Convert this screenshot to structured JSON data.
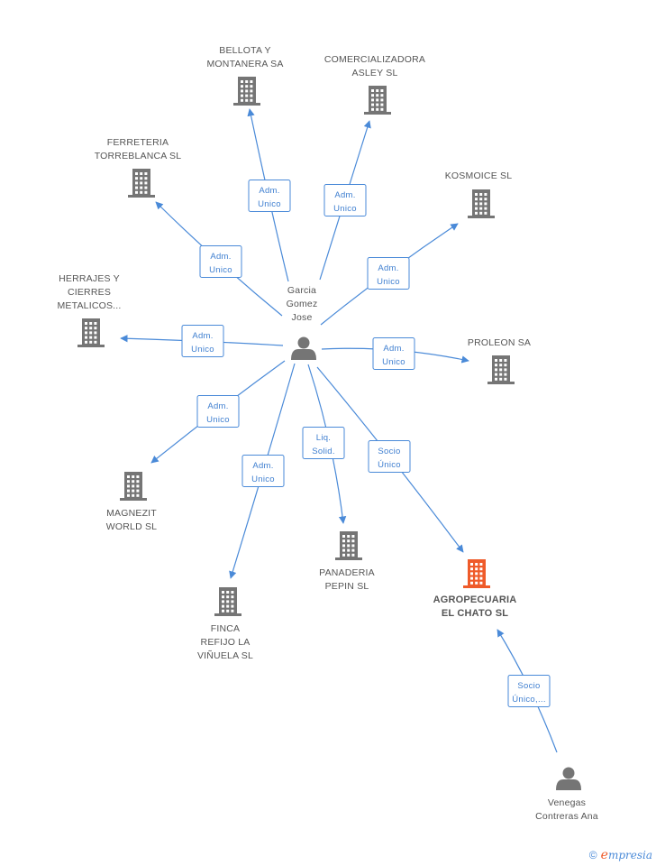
{
  "people": {
    "garcia": {
      "lines": [
        "Garcia",
        "Gomez",
        "Jose"
      ]
    },
    "venegas": {
      "lines": [
        "Venegas",
        "Contreras Ana"
      ]
    }
  },
  "companies": {
    "bellota": {
      "lines": [
        "BELLOTA Y",
        "MONTANERA SA"
      ]
    },
    "comercializadora": {
      "lines": [
        "COMERCIALIZADORA",
        "ASLEY SL"
      ]
    },
    "ferreteria": {
      "lines": [
        "FERRETERIA",
        "TORREBLANCA SL"
      ]
    },
    "kosmoice": {
      "lines": [
        "KOSMOICE SL"
      ]
    },
    "herrajes": {
      "lines": [
        "HERRAJES Y",
        "CIERRES",
        "METALICOS..."
      ]
    },
    "proleon": {
      "lines": [
        "PROLEON SA"
      ]
    },
    "magnezit": {
      "lines": [
        "MAGNEZIT",
        "WORLD SL"
      ]
    },
    "finca": {
      "lines": [
        "FINCA",
        "REFIJO LA",
        "VIÑUELA  SL"
      ]
    },
    "panaderia": {
      "lines": [
        "PANADERIA",
        "PEPIN SL"
      ]
    },
    "agropecuaria": {
      "lines": [
        "AGROPECUARIA",
        "EL CHATO SL"
      ],
      "highlight": true
    }
  },
  "relations": {
    "bellota": [
      "Adm.",
      "Unico"
    ],
    "comercializadora": [
      "Adm.",
      "Unico"
    ],
    "ferreteria": [
      "Adm.",
      "Unico"
    ],
    "kosmoice": [
      "Adm.",
      "Unico"
    ],
    "herrajes": [
      "Adm.",
      "Unico"
    ],
    "proleon": [
      "Adm.",
      "Unico"
    ],
    "magnezit": [
      "Adm.",
      "Unico"
    ],
    "finca": [
      "Adm.",
      "Unico"
    ],
    "panaderia": [
      "Liq.",
      "Solid."
    ],
    "agropecuaria": [
      "Socio",
      "Único"
    ],
    "venegas_agropecuaria": [
      "Socio",
      "Único,..."
    ]
  },
  "colors": {
    "edge": "#4a8ad8",
    "node": "#757575",
    "highlight": "#ef5b2a"
  },
  "brand": {
    "copyright": "©",
    "initial": "e",
    "name": "mpresia"
  }
}
